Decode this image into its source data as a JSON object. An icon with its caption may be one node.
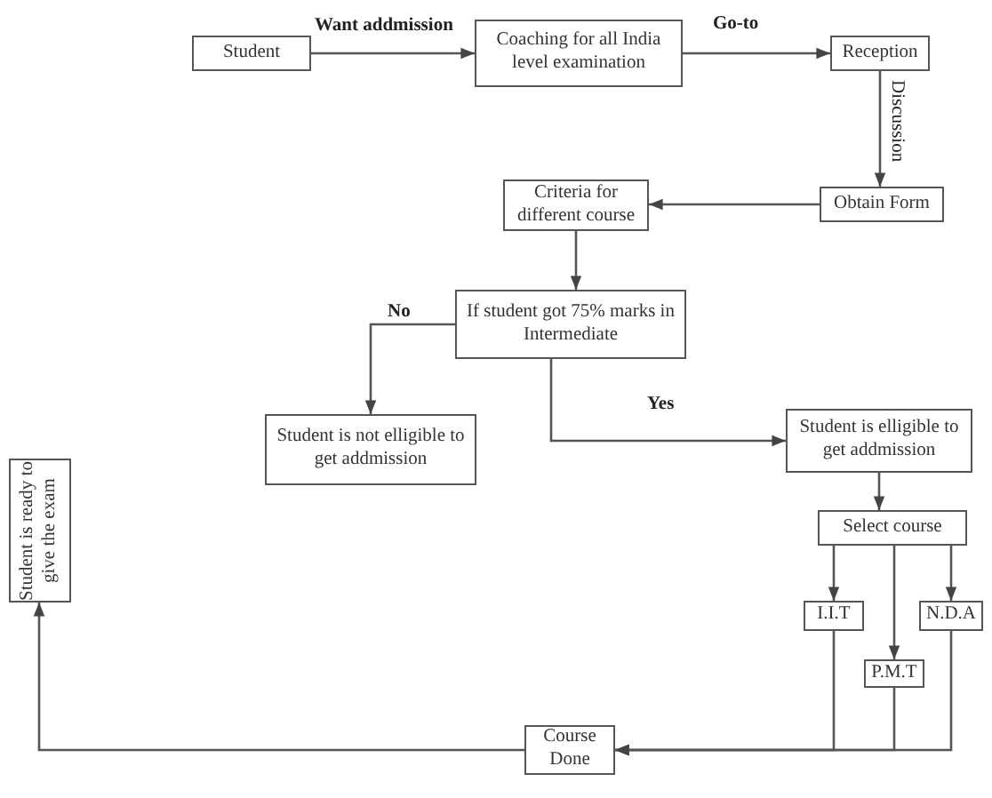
{
  "diagram": {
    "nodes": [
      {
        "text": [
          "Student"
        ]
      },
      {
        "text": [
          "Coaching for all India level examination"
        ]
      },
      {
        "text": [
          "Reception"
        ]
      },
      {
        "text": [
          "Obtain Form"
        ]
      },
      {
        "text": [
          "Criteria for different course"
        ]
      },
      {
        "text": [
          "If student got 75% marks in Intermediate"
        ]
      },
      {
        "text": [
          "Student is not elligible to get addmission"
        ]
      },
      {
        "text": [
          "Student is elligible to get addmission"
        ]
      },
      {
        "text": [
          "Select course"
        ]
      },
      {
        "text": [
          "I.I.T"
        ]
      },
      {
        "text": [
          "P.M.T"
        ]
      },
      {
        "text": [
          "N.D.A"
        ]
      },
      {
        "text": [
          "Course Done"
        ]
      },
      {
        "text": [
          "Student is ready to give the exam"
        ]
      }
    ],
    "edges": [
      {
        "from": 0,
        "to": 1,
        "arrow": "to",
        "label": "Want addmission"
      },
      {
        "from": 1,
        "to": 2,
        "arrow": "to",
        "label": "Go-to"
      },
      {
        "from": 2,
        "to": 3,
        "arrow": "to",
        "label": "Discussion"
      },
      {
        "from": 3,
        "to": 4,
        "arrow": "to"
      },
      {
        "from": 4,
        "to": 5,
        "arrow": "to"
      },
      {
        "from": 5,
        "to": 6,
        "arrow": "to",
        "label": "No"
      },
      {
        "from": 5,
        "to": 7,
        "arrow": "to",
        "label": "Yes"
      },
      {
        "from": 7,
        "to": 8,
        "arrow": "to"
      },
      {
        "from": 8,
        "to": 9,
        "arrow": "to"
      },
      {
        "from": 8,
        "to": 10,
        "arrow": "to"
      },
      {
        "from": 8,
        "to": 11,
        "arrow": "to"
      },
      {
        "from": 9,
        "to": 12,
        "arrow": "to"
      },
      {
        "from": 10,
        "to": 12,
        "arrow": "to"
      },
      {
        "from": 11,
        "to": 12,
        "arrow": "to"
      },
      {
        "from": 12,
        "to": 13,
        "arrow": "to"
      }
    ]
  }
}
